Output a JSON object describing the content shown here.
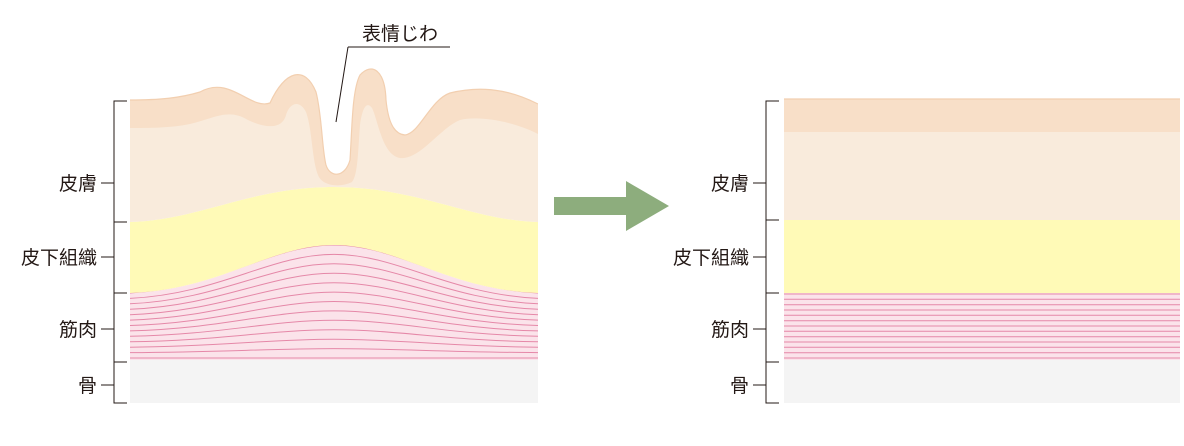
{
  "labels": {
    "wrinkle": "表情じわ",
    "skin": "皮膚",
    "subcutaneous": "皮下組織",
    "muscle": "筋肉",
    "bone": "骨"
  },
  "colors": {
    "epidermis": "#f8dfc8",
    "dermis": "#f9ebdc",
    "subcutaneous": "#fffab7",
    "muscle_fill": "#fbe3ea",
    "muscle_line": "#e588a8",
    "bone": "#f4f4f4",
    "arrow": "#8dad7d",
    "bracket": "#231815"
  }
}
